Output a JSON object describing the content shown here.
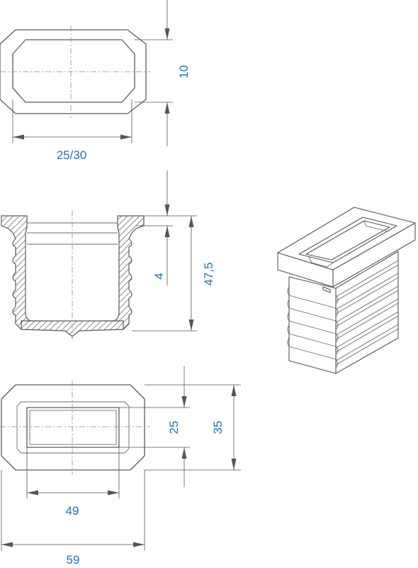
{
  "dimensions": {
    "top_width": "25/30",
    "top_height": "10",
    "section_lip": "4",
    "section_height": "47,5",
    "bottom_inner_width": "49",
    "bottom_outer_width": "59",
    "bottom_inner_height": "25",
    "bottom_outer_height": "35"
  },
  "colors": {
    "dimension_text": "#1f73b7",
    "line": "#5a5a5a"
  }
}
